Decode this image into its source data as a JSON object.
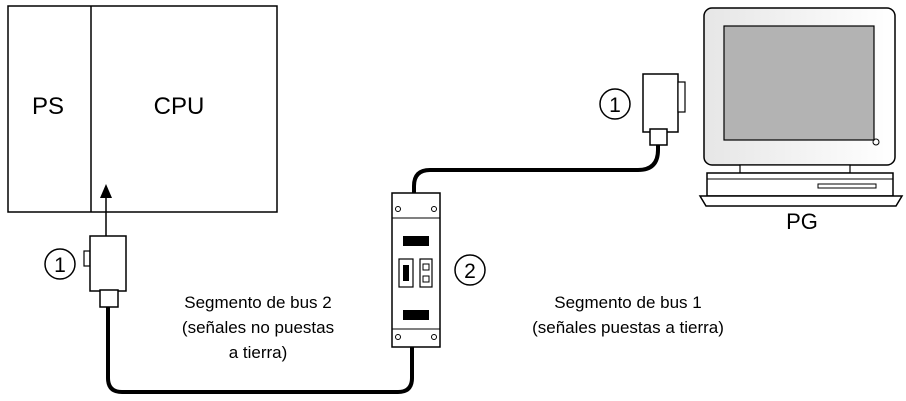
{
  "modules": {
    "ps": "PS",
    "cpu": "CPU"
  },
  "pg": {
    "label": "PG"
  },
  "callouts": {
    "connector_top": "1",
    "connector_left": "1",
    "repeater": "2"
  },
  "segments": {
    "bus2": [
      "Segmento de bus 2",
      "(señales no puestas",
      "a tierra)"
    ],
    "bus1": [
      "Segmento de bus 1",
      "(señales puestas a tierra)"
    ]
  }
}
